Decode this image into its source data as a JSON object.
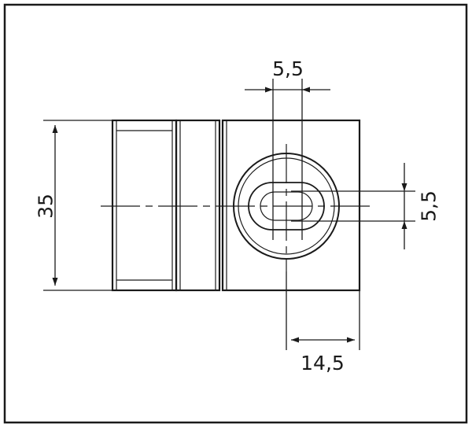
{
  "dimensions": {
    "slot_width": "5,5",
    "slot_height": "5,5",
    "overall_height": "35",
    "hole_offset": "14,5"
  },
  "colors": {
    "background": "#ffffff",
    "line": "#1a1a1a"
  }
}
